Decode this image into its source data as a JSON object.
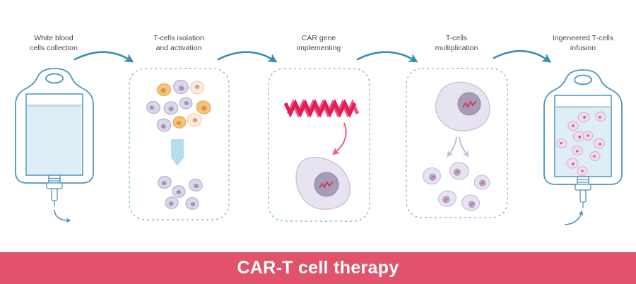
{
  "banner": {
    "label": "CAR-T cell therapy"
  },
  "stages": [
    {
      "label": "White blood\ncells collection"
    },
    {
      "label": "T-cells isolation\nand activation"
    },
    {
      "label": "CAR gene\nimplementing"
    },
    {
      "label": "T-cells\nmultiplication"
    },
    {
      "label": "Ingeneered T-cells\ninfusion"
    }
  ],
  "colors": {
    "banner_bg": "#e0536a",
    "banner_text": "#ffffff",
    "label_text": "#4a4a4c",
    "flow_arrow": "#3a8cb8",
    "dashed_border": "#85bedb",
    "bag_outline": "#4e93bd",
    "bag_liquid": "#ddeef7",
    "isolation_arrow": "#b5ddf0",
    "dna_dark": "#e31b57",
    "dna_light": "#f0597c",
    "gene_arrow": "#ec6388",
    "multiply_arrow": "#c6bbd9",
    "cell_lavender": "#dcd6e9",
    "cell_orange": "#f6c37c",
    "cell_peach": "#fcecdf",
    "cell_pink": "#f3dcea",
    "nucleus_purple": "#a094ba"
  }
}
